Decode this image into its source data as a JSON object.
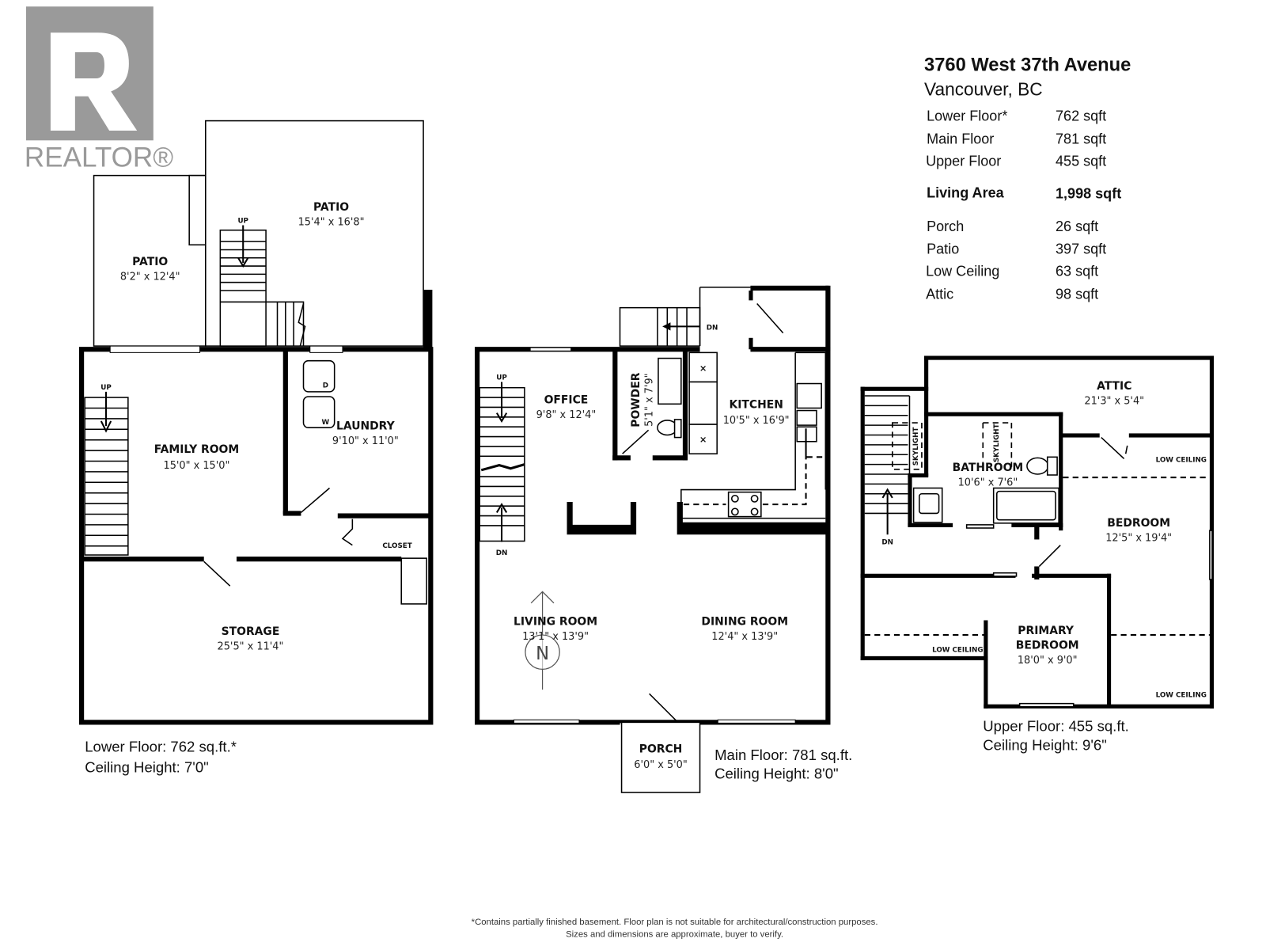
{
  "logo": {
    "text": "REALTOR®",
    "color": "#9a9a9a"
  },
  "header": {
    "address": "3760 West 37th Avenue",
    "city": "Vancouver, BC"
  },
  "area_summary": [
    {
      "label": "Lower Floor*",
      "value": "762 sqft"
    },
    {
      "label": "Main Floor",
      "value": "781 sqft"
    },
    {
      "label": "Upper Floor",
      "value": "455 sqft"
    },
    {
      "label": "Living Area",
      "value": "1,998 sqft"
    },
    {
      "label": "Porch",
      "value": "26 sqft"
    },
    {
      "label": "Patio",
      "value": "397 sqft"
    },
    {
      "label": "Low Ceiling",
      "value": "63 sqft"
    },
    {
      "label": "Attic",
      "value": "98 sqft"
    }
  ],
  "lower_floor": {
    "rooms": [
      {
        "name": "PATIO",
        "dims": "8'2\" x 12'4\""
      },
      {
        "name": "PATIO",
        "dims": "15'4\" x 16'8\""
      },
      {
        "name": "FAMILY ROOM",
        "dims": "15'0\" x 15'0\""
      },
      {
        "name": "LAUNDRY",
        "dims": "9'10\" x 11'0\""
      },
      {
        "name": "STORAGE",
        "dims": "25'5\" x 11'4\""
      }
    ],
    "labels": {
      "up1": "UP",
      "up2": "UP",
      "closet": "CLOSET",
      "dryer": "D",
      "washer": "W"
    },
    "caption": [
      "Lower Floor: 762 sq.ft.*",
      "Ceiling Height: 7'0\""
    ]
  },
  "main_floor": {
    "rooms": [
      {
        "name": "OFFICE",
        "dims": "9'8\" x 12'4\""
      },
      {
        "name": "POWDER",
        "dims": "5'1\" x 7'9\""
      },
      {
        "name": "KITCHEN",
        "dims": "10'5\" x 16'9\""
      },
      {
        "name": "LIVING ROOM",
        "dims": "13'1\" x 13'9\""
      },
      {
        "name": "DINING ROOM",
        "dims": "12'4\" x 13'9\""
      },
      {
        "name": "PORCH",
        "dims": "6'0\" x 5'0\""
      }
    ],
    "labels": {
      "up": "UP",
      "dn1": "DN",
      "dn2": "DN",
      "compass": "N"
    },
    "caption": [
      "Main Floor: 781 sq.ft.",
      "Ceiling Height: 8'0\""
    ]
  },
  "upper_floor": {
    "rooms": [
      {
        "name": "ATTIC",
        "dims": "21'3\" x 5'4\""
      },
      {
        "name": "BATHROOM",
        "dims": "10'6\" x 7'6\""
      },
      {
        "name": "BEDROOM",
        "dims": "12'5\" x 19'4\""
      },
      {
        "name": "PRIMARY",
        "name2": "BEDROOM",
        "dims": "18'0\" x 9'0\""
      }
    ],
    "labels": {
      "skylight1": "SKYLIGHT",
      "skylight2": "SKYLIGHT",
      "dn": "DN",
      "low1": "LOW CEILING",
      "low2": "LOW CEILING",
      "low3": "LOW CEILING"
    },
    "caption": [
      "Upper Floor: 455 sq.ft.",
      "Ceiling Height: 9'6\""
    ]
  },
  "footer": [
    "*Contains partially finished basement. Floor plan is not suitable for architectural/construction purposes.",
    "Sizes and dimensions are approximate, buyer to verify."
  ]
}
